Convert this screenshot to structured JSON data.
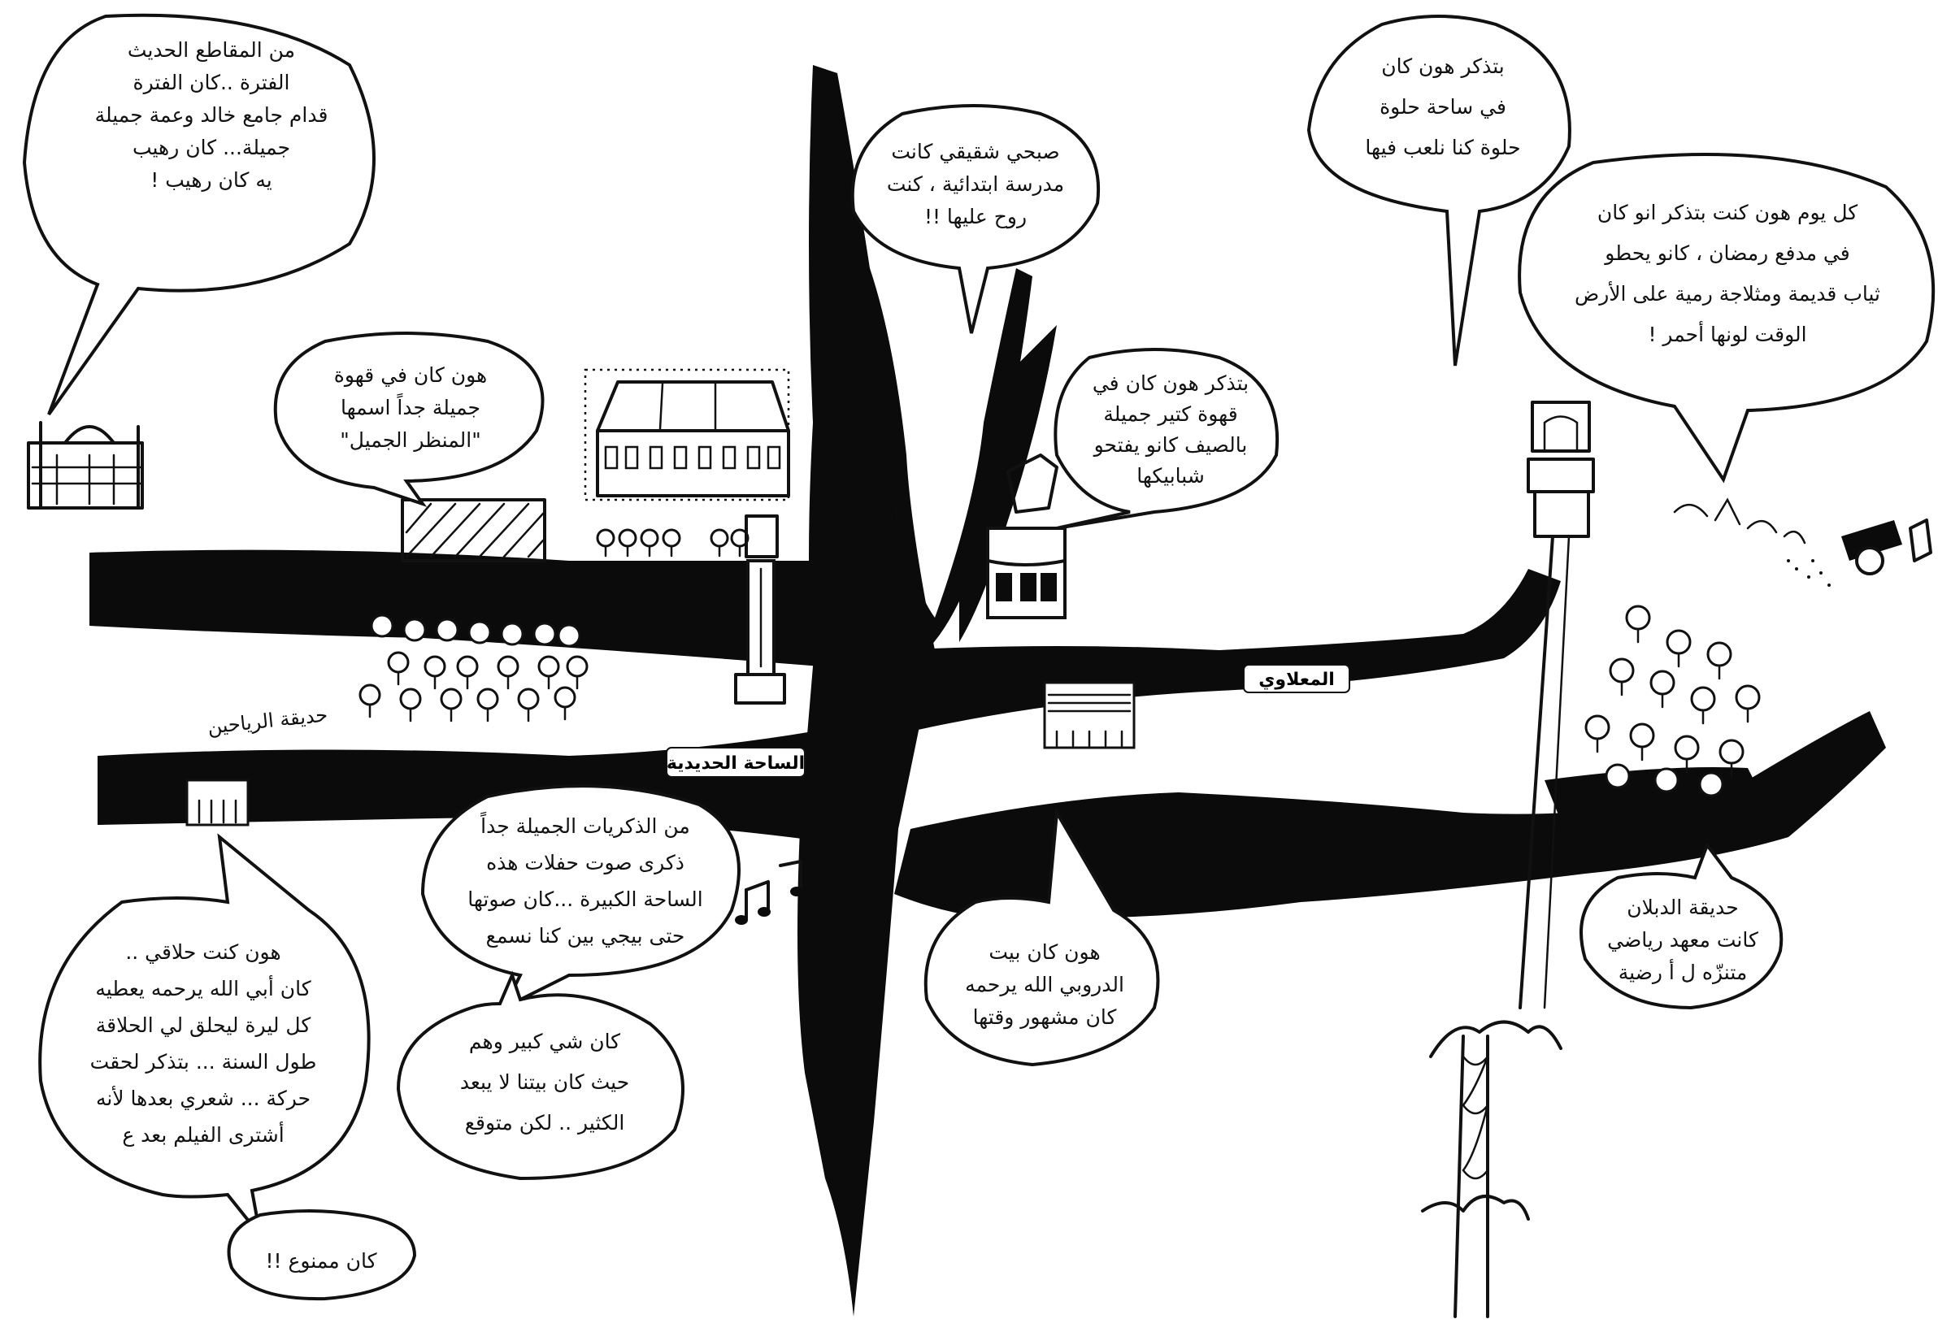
{
  "map": {
    "colors": {
      "ink": "#0b0b0b",
      "paper": "#ffffff"
    },
    "street_labels": {
      "plaza_nejmeh": "الساحة الحديدية",
      "allenby": "المعلاوي",
      "park_west": "حديقة الرياحين"
    },
    "park_labels": {
      "east_park": [
        "حديقة الدبلان",
        "كانت معهد رياضي",
        "متنزّه ل أ رضية"
      ]
    },
    "bubbles": {
      "top_left": [
        "من المقاطع الحديث",
        "الفترة ..كان الفترة",
        "قدام جامع خالد وعمة جميلة",
        "جميلة... كان رهيب",
        "يه كان رهيب !"
      ],
      "mid_left": [
        "هون كان في قهوة",
        "جميلة جداً اسمها",
        "\"المنظر الجميل\""
      ],
      "top_center": [
        "صبحي شقيقي كانت",
        "مدرسة ابتدائية ، كنت",
        "روح عليها !!"
      ],
      "center_right": [
        "بتذكر هون كان في",
        "قهوة كتير جميلة",
        "بالصيف كانو يفتحو",
        "شبابيكها"
      ],
      "top_right_small": [
        "بتذكر هون كان",
        "في ساحة حلوة",
        "حلوة كنا نلعب فيها"
      ],
      "top_right_big": [
        "كل يوم هون كنت بتذكر انو كان",
        "في مدفع رمضان ، كانو يحطو",
        "ثياب قديمة ومثلاجة رمية على الأرض",
        "الوقت لونها أحمر !"
      ],
      "center_bottom": [
        "من الذكريات الجميلة جداً",
        "ذكرى صوت حفلات هذه",
        "الساحة الكبيرة ...كان صوتها",
        "حتى بيجي بين كنا نسمع"
      ],
      "right_bottom": [
        "هون كان بيت",
        "الدروبي الله يرحمه",
        "كان مشهور وقتها"
      ],
      "bottom_left": [
        "هون كنت حلاقي ..",
        "كان أبي الله يرحمه يعطيه",
        "كل ليرة ليحلق لي الحلاقة",
        "طول السنة ... بتذكر لحقت",
        "حركة ... شعري بعدها لأنه",
        "أشترى الفيلم بعد ع"
      ],
      "bottom_left_small": [
        "كان ممنوع !!"
      ],
      "bottom_center": [
        "كان شي كبير وهم",
        "حيث كان بيتنا لا يبعد",
        "الكثير .. لكن متوقع"
      ]
    }
  }
}
